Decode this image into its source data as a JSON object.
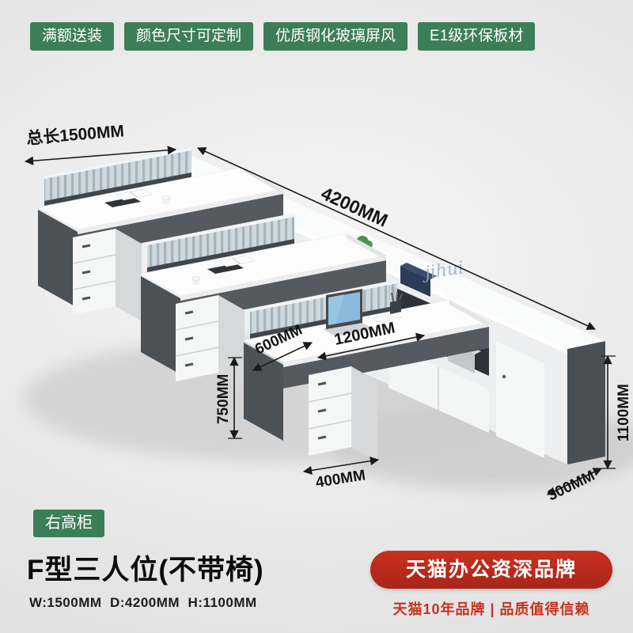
{
  "badges": {
    "items": [
      {
        "label": "满额送装"
      },
      {
        "label": "颜色尺寸可定制"
      },
      {
        "label": "优质钢化玻璃屏风"
      },
      {
        "label": "E1级环保板材"
      }
    ]
  },
  "dimensions": {
    "total_length": "总长1500MM",
    "run_length": "4200MM",
    "desk_depth": "600MM",
    "desk_length": "1200MM",
    "desk_height": "750MM",
    "pedestal_width": "400MM",
    "cabinet_depth": "300MM",
    "cabinet_height": "1100MM"
  },
  "watermark": "jihui",
  "feature_badge": "右高柜",
  "product": {
    "title": "F型三人位(不带椅)",
    "specs": "W:1500MM  D:4200MM  H:1100MM"
  },
  "brand": {
    "badge": "天猫办公资深品牌",
    "tagline": "天猫10年品牌 | 品质值得信赖"
  },
  "colors": {
    "badge_green": "#3c7e57",
    "brand_red": "#c9311f",
    "brand_red_dark": "#a8251a",
    "dim_text": "#141414"
  }
}
